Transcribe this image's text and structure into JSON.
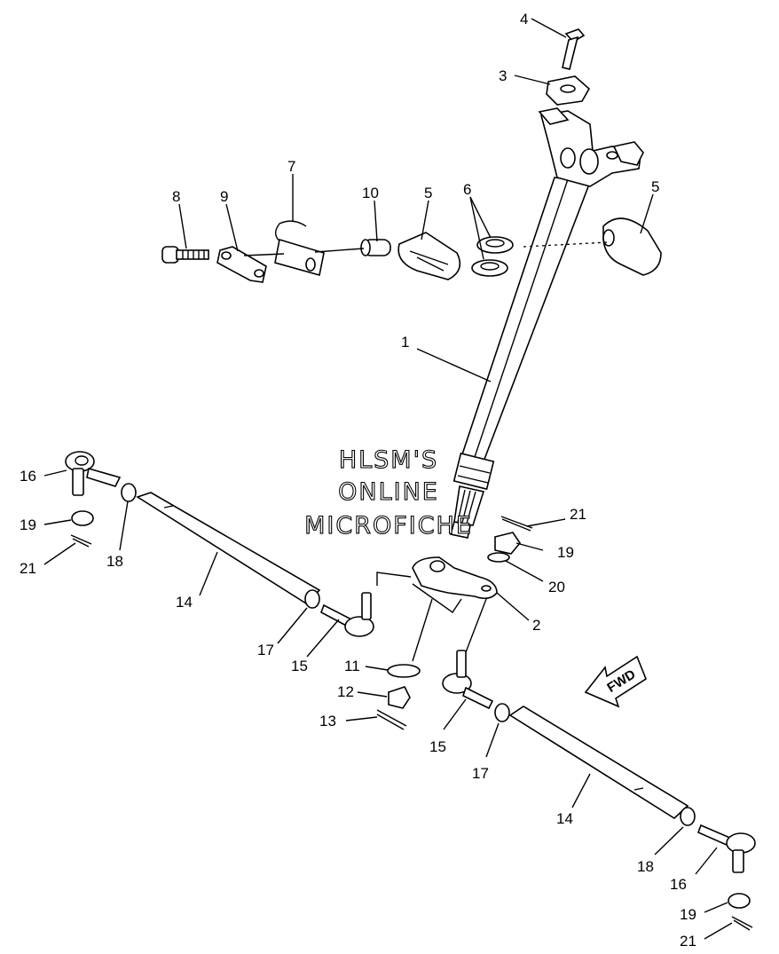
{
  "watermark": {
    "line1": "HLSM'S",
    "line2": "ONLINE",
    "line3": "MICROFICHE"
  },
  "direction_badge": "FWD",
  "callouts": {
    "c1": "1",
    "c2": "2",
    "c3": "3",
    "c4": "4",
    "c5a": "5",
    "c5b": "5",
    "c6": "6",
    "c7": "7",
    "c8": "8",
    "c9": "9",
    "c10": "10",
    "c11": "11",
    "c12": "12",
    "c13": "13",
    "c14a": "14",
    "c14b": "14",
    "c15a": "15",
    "c15b": "15",
    "c16a": "16",
    "c16b": "16",
    "c17a": "17",
    "c17b": "17",
    "c18a": "18",
    "c18b": "18",
    "c19a": "19",
    "c19b": "19",
    "c19c": "19",
    "c20": "20",
    "c21a": "21",
    "c21b": "21",
    "c21c": "21"
  }
}
